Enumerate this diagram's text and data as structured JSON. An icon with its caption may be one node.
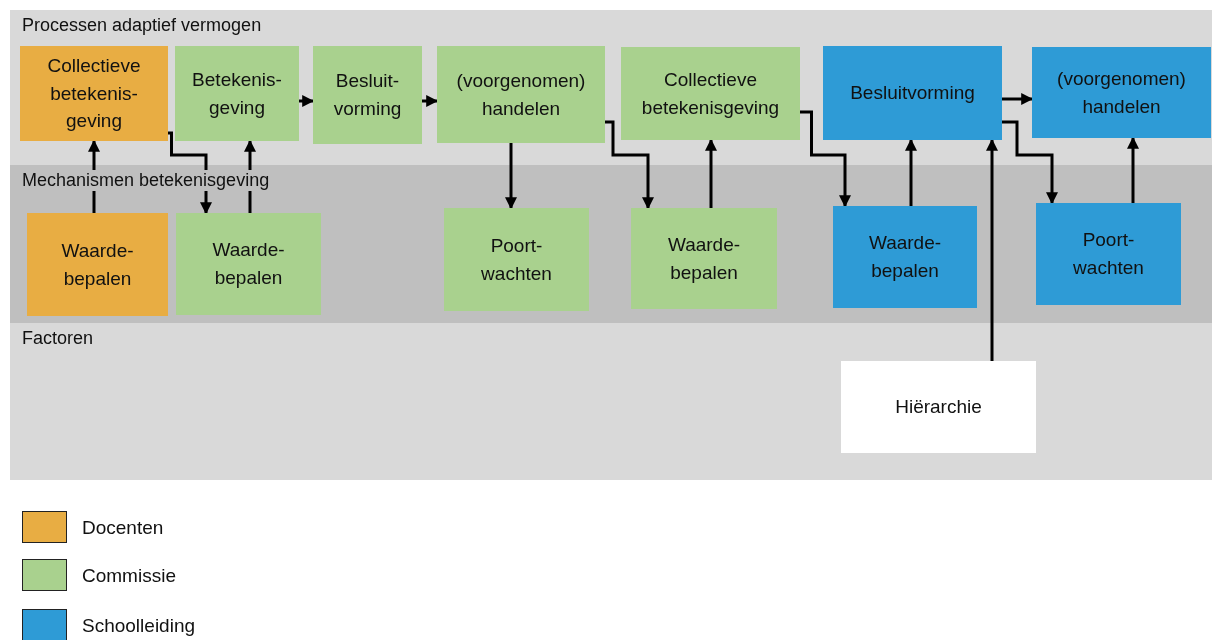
{
  "diagram": {
    "nodes": [
      {
        "text": [
          "Processen adaptief vermogen"
        ]
      },
      {
        "text": [
          "Mechanismen betekenisgeving"
        ]
      },
      {
        "text": [
          "Factoren"
        ]
      },
      {
        "text": [
          "Collectieve betekenis- geving"
        ],
        "in": 0
      },
      {
        "text": [
          "Betekenis- geving"
        ],
        "in": 0
      },
      {
        "text": [
          "Besluit- vorming"
        ],
        "in": 0
      },
      {
        "text": [
          "(voorgenomen) handelen"
        ],
        "in": 0
      },
      {
        "text": [
          "Collectieve betekenisgeving"
        ],
        "in": 0
      },
      {
        "text": [
          "Besluitvorming"
        ],
        "in": 0
      },
      {
        "text": [
          "(voorgenomen) handelen"
        ],
        "in": 0
      },
      {
        "text": [
          "Waarde- bepalen"
        ],
        "in": 1
      },
      {
        "text": [
          "Waarde- bepalen"
        ],
        "in": 1
      },
      {
        "text": [
          "Poort- wachten"
        ],
        "in": 1
      },
      {
        "text": [
          "Waarde- bepalen"
        ],
        "in": 1
      },
      {
        "text": [
          "Waarde- bepalen"
        ],
        "in": 1
      },
      {
        "text": [
          "Poort- wachten"
        ],
        "in": 1
      },
      {
        "text": [
          "Hiërarchie"
        ],
        "in": 2
      }
    ],
    "edges": [
      {
        "from": 10,
        "to": 3,
        "arrow": "to"
      },
      {
        "from": 3,
        "to": 11,
        "arrow": "to"
      },
      {
        "from": 11,
        "to": 4,
        "arrow": "to"
      },
      {
        "from": 4,
        "to": 5,
        "arrow": "to"
      },
      {
        "from": 5,
        "to": 6,
        "arrow": "to"
      },
      {
        "from": 6,
        "to": 12,
        "arrow": "to"
      },
      {
        "from": 6,
        "to": 13,
        "arrow": "to"
      },
      {
        "from": 13,
        "to": 7,
        "arrow": "to"
      },
      {
        "from": 7,
        "to": 14,
        "arrow": "to"
      },
      {
        "from": 14,
        "to": 8,
        "arrow": "to"
      },
      {
        "from": 8,
        "to": 9,
        "arrow": "to"
      },
      {
        "from": 8,
        "to": 15,
        "arrow": "to"
      },
      {
        "from": 15,
        "to": 9,
        "arrow": "to"
      },
      {
        "from": 16,
        "to": 8,
        "arrow": "to"
      }
    ],
    "legend": [
      {
        "text": "Docenten",
        "color": "#e8ad43"
      },
      {
        "text": "Commissie",
        "color": "#a9d18e"
      },
      {
        "text": "Schoolleiding",
        "color": "#2e9bd6"
      }
    ]
  }
}
